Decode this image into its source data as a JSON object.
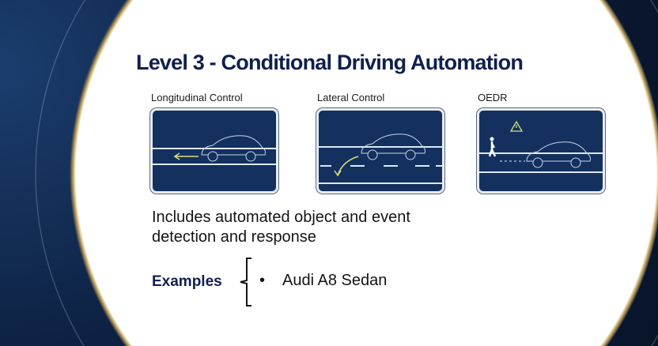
{
  "title": "Level 3 - Conditional Driving Automation",
  "panels": [
    {
      "label": "Longitudinal Control",
      "icon": "car-longitudinal-arrow-icon"
    },
    {
      "label": "Lateral Control",
      "icon": "car-lane-change-arrow-icon"
    },
    {
      "label": "OEDR",
      "icon": "pedestrian-warning-icon"
    }
  ],
  "description": "Includes automated object and event detection and response",
  "examples": {
    "label": "Examples",
    "bullet": "•",
    "items": [
      "Audi A8 Sedan"
    ]
  },
  "colors": {
    "title": "#0f1f4f",
    "panel": "#13305e",
    "accent": "#d8e07a"
  }
}
